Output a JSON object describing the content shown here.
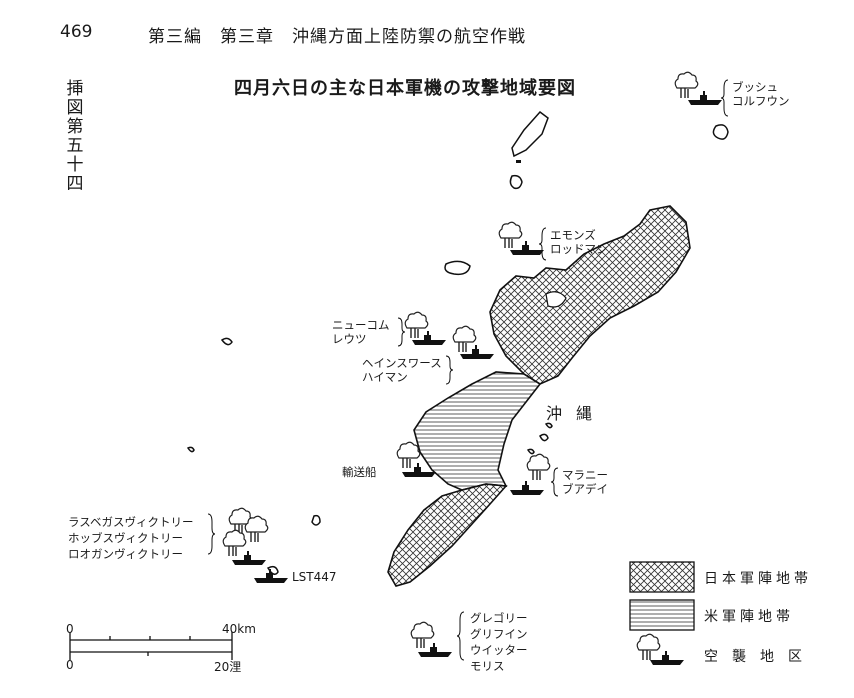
{
  "header": {
    "page_number": "469",
    "chapter": "第三編　第三章　沖縄方面上陸防禦の航空作戦"
  },
  "figure_label": "挿図第五十四",
  "map_title": "四月六日の主な日本軍機の攻撃地域要図",
  "ships": {
    "top_right": [
      "ブッシュ",
      "コルフウン"
    ],
    "north": [
      "エモンズ",
      "ロッドマン"
    ],
    "west_upper": [
      "ニューコム",
      "レウツ"
    ],
    "west_lower": [
      "ヘインスワース",
      "ハイマン"
    ],
    "transport": "輸送船",
    "east": [
      "マラニー",
      "ブアデイ"
    ],
    "southwest": [
      "ラスベガスヴィクトリー",
      "ホッブスヴィクトリー",
      "ロオガンヴィクトリー"
    ],
    "lst": "LST447",
    "south": [
      "グレゴリー",
      "グリフイン",
      "ウイッター",
      "モリス"
    ]
  },
  "island_name": "沖縄",
  "legend": {
    "japanese_zone": "日本軍陣地帯",
    "us_zone": "米軍陣地帯",
    "air_attack": "空襲地区"
  },
  "scale": {
    "km_zero": "0",
    "km_max": "40km",
    "ri_zero": "0",
    "ri_max": "20浬"
  }
}
